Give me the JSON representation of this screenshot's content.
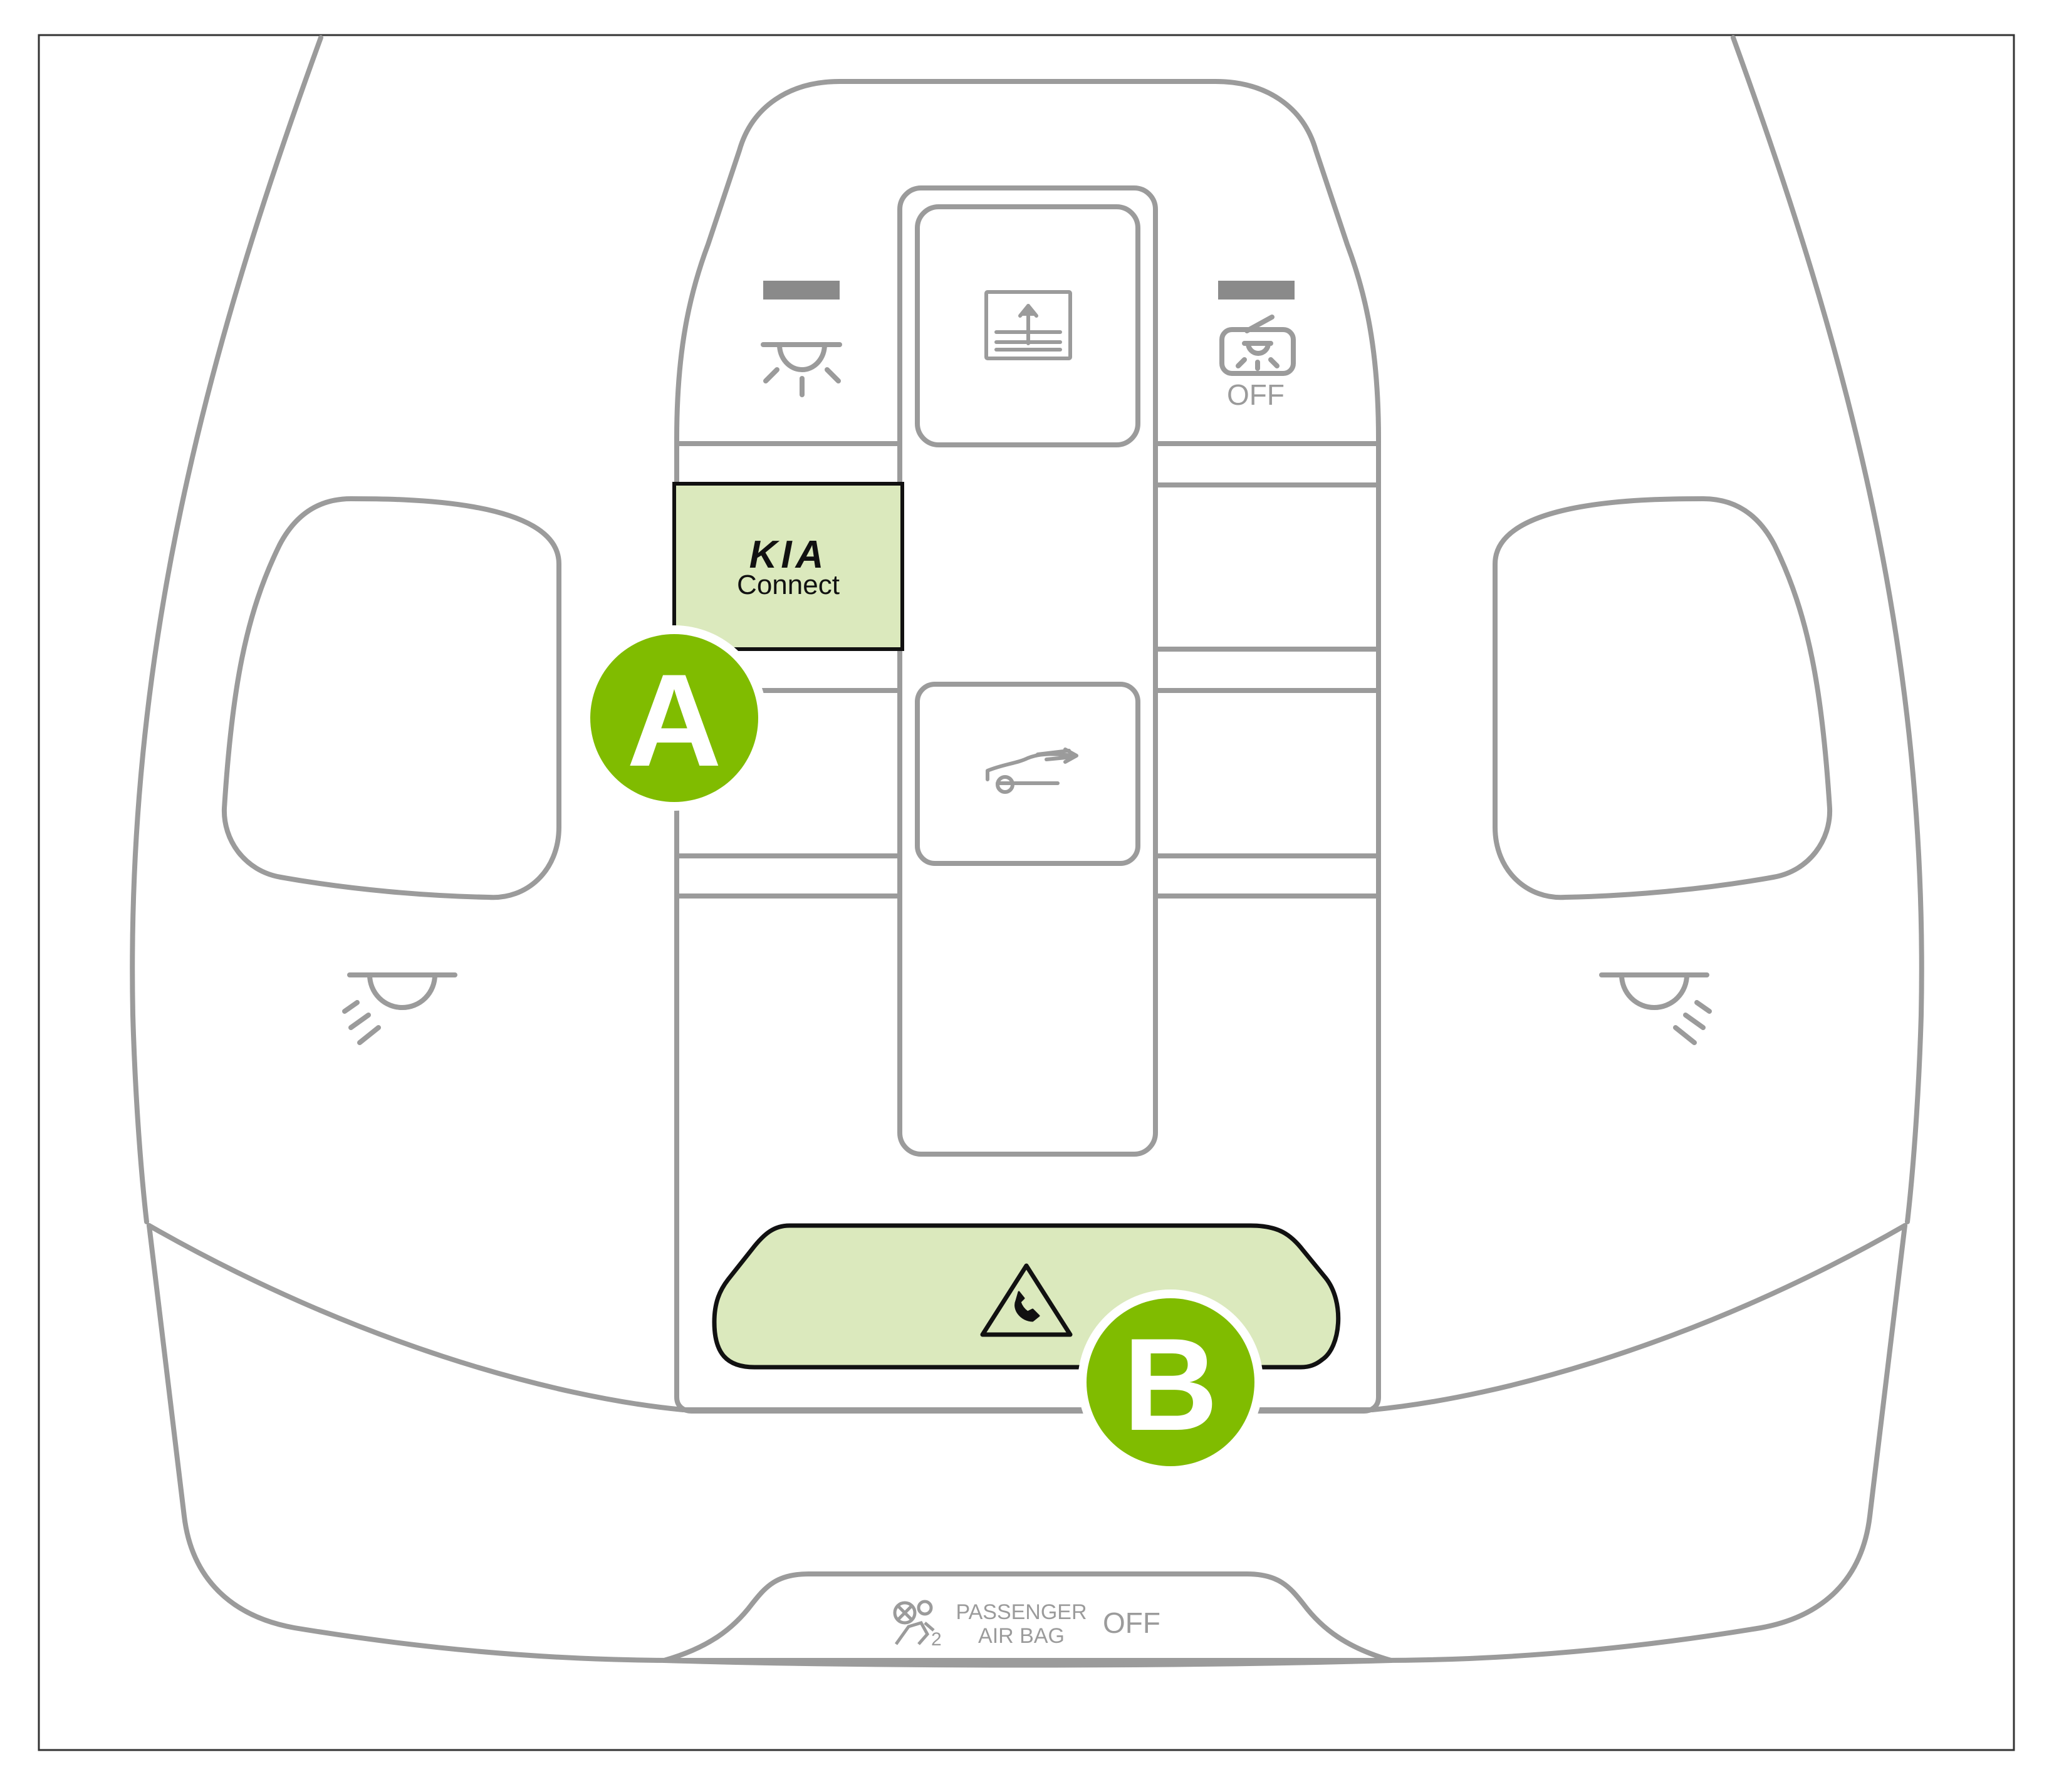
{
  "diagram": {
    "kind": "overhead console",
    "colors": {
      "line": "#9b9b9b",
      "frame": "#333333",
      "highlight_fill": "#dbe9bd",
      "highlight_stroke": "#111111",
      "badge_fill": "#80bc00",
      "badge_text": "#ffffff"
    }
  },
  "left_panel": {
    "map_light_icon": "map-light-icon",
    "kia_connect": {
      "logo_text": "KIA",
      "label": "Connect",
      "highlighted": true
    }
  },
  "center_column": {
    "sunshade_button_icon": "sunshade-open-close-icon",
    "sunroof_button_icon": "sunroof-tilt-icon"
  },
  "right_panel": {
    "door_light_icon": "door-courtesy-light-icon",
    "door_light_label": "OFF"
  },
  "reading_lights": {
    "left_icon": "reading-light-left-icon",
    "right_icon": "reading-light-right-icon"
  },
  "sos_button": {
    "icon": "emergency-call-icon",
    "highlighted": true
  },
  "callouts": [
    {
      "letter": "A"
    },
    {
      "letter": "B"
    }
  ],
  "airbag_indicator": {
    "icon": "passenger-airbag-off-icon",
    "icon_subscript": "2",
    "line1": "PASSENGER",
    "line2": "AIR BAG",
    "status": "OFF"
  }
}
